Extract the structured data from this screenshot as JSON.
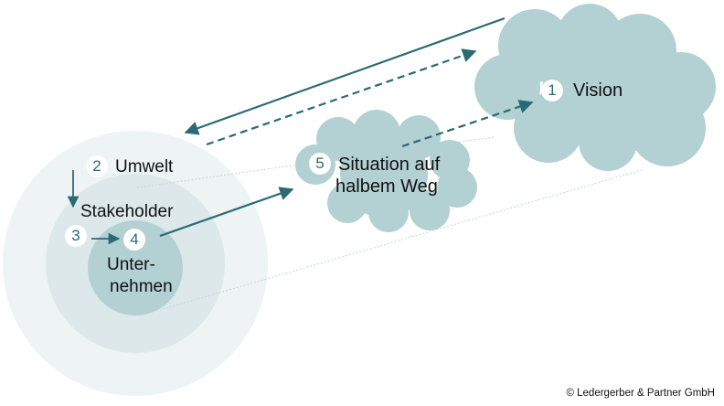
{
  "labels": {
    "vision": "Vision",
    "umwelt": "Umwelt",
    "stakeholder": "Stakeholder",
    "unternehmen_line1": "Unter-",
    "unternehmen_line2": "nehmen",
    "situation_line1": "Situation auf",
    "situation_line2": "halbem Weg"
  },
  "badges": {
    "vision": "1",
    "umwelt": "2",
    "stakeholder": "3",
    "unternehmen": "4",
    "situation": "5"
  },
  "copyright": "© Ledergerber & Partner GmbH",
  "colors": {
    "arrow": "#2a6a74",
    "cloud": "#b3d0d3",
    "outer_circle": "#eef3f4",
    "middle_circle": "#dde8ea",
    "inner_circle": "#b3d0d3"
  }
}
